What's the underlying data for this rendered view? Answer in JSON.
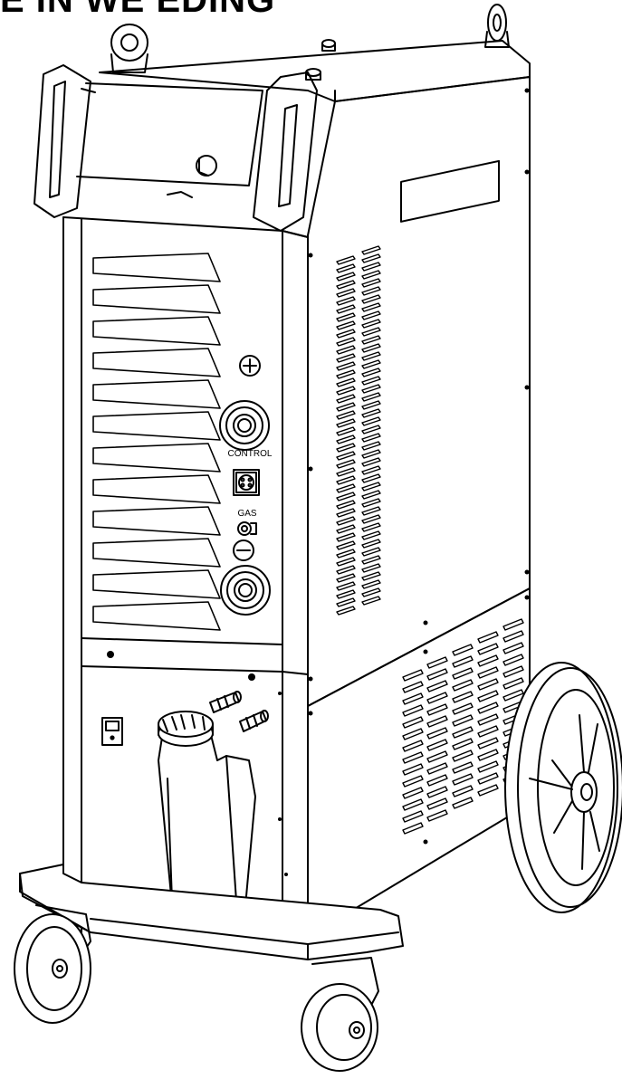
{
  "header": {
    "title_fragment": "E IN WE EDING"
  },
  "machine": {
    "panel_labels": {
      "positive": "+",
      "control": "CONTROL",
      "gas": "GAS",
      "negative": "−"
    }
  },
  "colors": {
    "line": "#000000",
    "background": "#ffffff"
  }
}
